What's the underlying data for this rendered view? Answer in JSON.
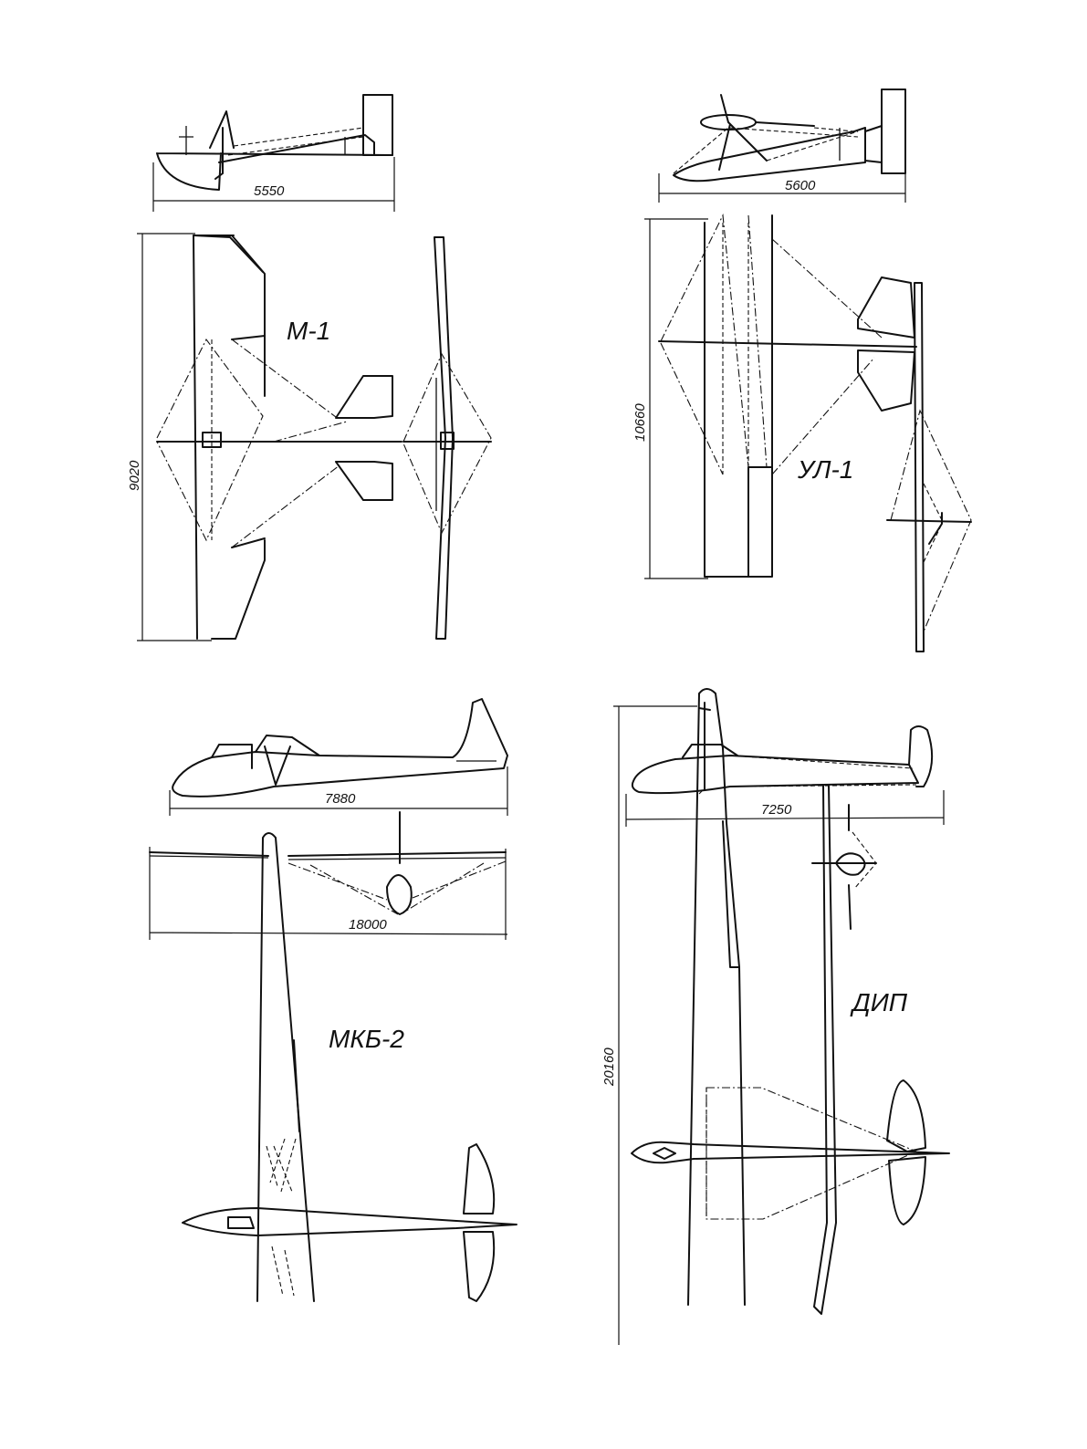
{
  "gliders": [
    {
      "name": "М-1",
      "length": "5550",
      "span": "9020"
    },
    {
      "name": "УЛ-1",
      "length": "5600",
      "span": "10660"
    },
    {
      "name": "МКБ-2",
      "length": "7880",
      "span": "18000"
    },
    {
      "name": "ДИП",
      "length": "7250",
      "span": "20160"
    }
  ]
}
